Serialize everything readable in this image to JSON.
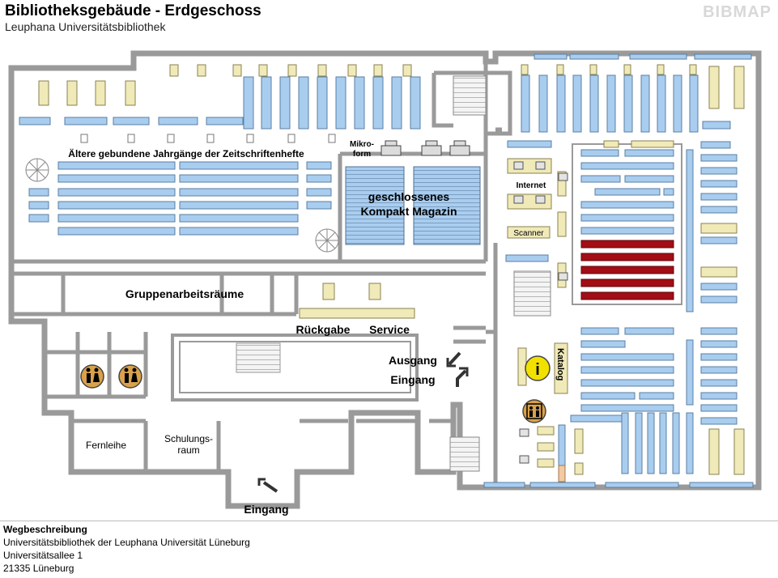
{
  "header": {
    "title": "Bibliotheksgebäude - Erdgeschoss",
    "subtitle": "Leuphana Universitätsbibliothek",
    "brand": "BIBMAP"
  },
  "map": {
    "labels": {
      "periodicals": "Ältere gebundene Jahrgänge der Zeitschriftenhefte",
      "microform_1": "Mikro-",
      "microform_2": "form",
      "magazine_1": "geschlossenes",
      "magazine_2": "Kompakt Magazin",
      "internet": "Internet",
      "scanner": "Scanner",
      "group_rooms": "Gruppenarbeitsräume",
      "return": "Rückgabe",
      "service": "Service",
      "exit": "Ausgang",
      "entrance_inner": "Eingang",
      "catalog": "Katalog",
      "interlibrary_loan": "Fernleihe",
      "training_room_1": "Schulungs-",
      "training_room_2": "raum",
      "entrance_main": "Eingang"
    },
    "colors": {
      "wall": "#9a9a9a",
      "shelf_blue": "#a9cdef",
      "shelf_outline": "#5a7fa3",
      "table_beige": "#f0e9b8",
      "reserved_red": "#a30d15",
      "icon_badge": "#d9a14a",
      "info_yellow": "#f2e100"
    },
    "icons": [
      "restroom-icon",
      "restroom-icon",
      "elevator-icon",
      "info-icon",
      "printer-icon",
      "computer-icon",
      "arrow-icon",
      "spiral-staircase-icon",
      "staircase-icon"
    ]
  },
  "footer": {
    "heading": "Wegbeschreibung",
    "line1": "Universitätsbibliothek der Leuphana Universität Lüneburg",
    "line2": "Universitätsallee 1",
    "line3": "21335 Lüneburg"
  }
}
